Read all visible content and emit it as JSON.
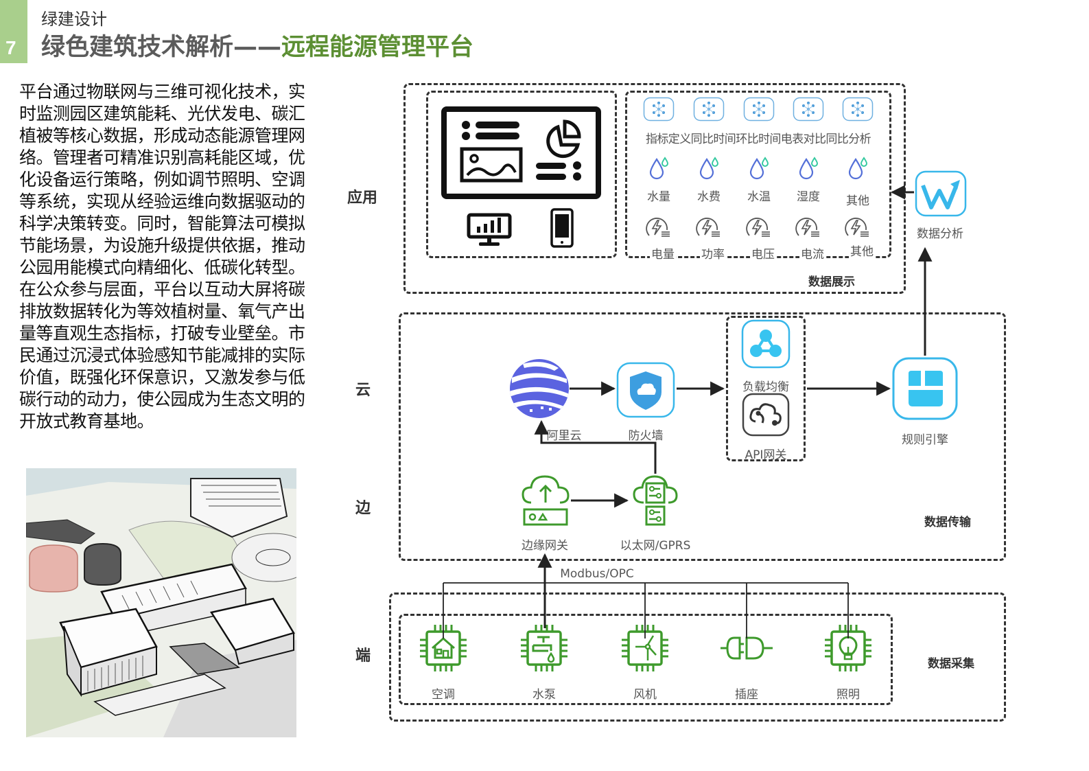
{
  "header": {
    "page_number": "7",
    "subtitle": "绿建设计",
    "title_main": "绿色建筑技术解析——",
    "title_accent": "远程能源管理平台",
    "accent_color": "#5c8f33",
    "tab_color": "#a9cf8c"
  },
  "body_text": "平台通过物联网与三维可视化技术，实时监测园区建筑能耗、光伏发电、碳汇植被等核心数据，形成动态能源管理网络。管理者可精准识别高耗能区域，优化设备运行策略，例如调节照明、空调等系统，实现从经验运维向数据驱动的科学决策转变。同时，智能算法可模拟节能场景，为设施升级提供依据，推动公园用能模式向精细化、低碳化转型。在公众参与层面，平台以互动大屏将碳排放数据转化为等效植树量、氧气产出量等直观生态指标，打破专业壁垒。市民通过沉浸式体验感知节能减排的实际价值，既强化环保意识，又激发参与低碳行动的动力，使公园成为生态文明的开放式教育基地。",
  "image": {
    "alt": "building-axonometric"
  },
  "layers": {
    "app": "应用",
    "cloud": "云",
    "edge": "边",
    "terminal": "端"
  },
  "sections": {
    "display": "数据展示",
    "transmission": "数据传输",
    "collection": "数据采集"
  },
  "display": {
    "analysis_labels": [
      "指标定义",
      "同比时间",
      "环比时间",
      "电表对比",
      "同比分析"
    ],
    "water_labels": [
      "水量",
      "水费",
      "水温",
      "湿度",
      "其他"
    ],
    "power_labels": [
      "电量",
      "功率",
      "电压",
      "电流",
      "其他"
    ],
    "data_analysis": "数据分析"
  },
  "cloud": {
    "aliyun": "阿里云",
    "firewall": "防火墙",
    "load_balance": "负载均衡",
    "api_gateway": "API网关",
    "rule_engine": "规则引擎"
  },
  "edge": {
    "edge_gateway": "边缘网关",
    "ethernet": "以太网/GPRS",
    "protocol": "Modbus/OPC"
  },
  "devices": [
    "空调",
    "水泵",
    "风机",
    "插座",
    "照明"
  ],
  "colors": {
    "device_green": "#3e9a2c",
    "cloud_blue": "#38b7ea",
    "globe_purple": "#5b63e0",
    "water_blue": "#5470d8",
    "water_teal": "#36c9a0"
  }
}
